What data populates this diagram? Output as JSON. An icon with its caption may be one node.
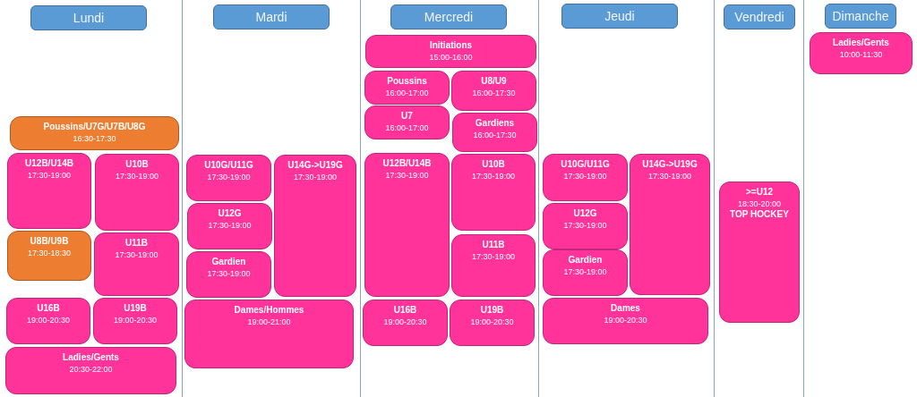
{
  "diagram": {
    "nodes": [
      {
        "text": [
          "Lundi"
        ]
      },
      {
        "text": [
          "Mardi"
        ]
      },
      {
        "text": [
          "Mercredi"
        ]
      },
      {
        "text": [
          "Jeudi"
        ]
      },
      {
        "text": [
          "Vendredi"
        ]
      },
      {
        "text": [
          "Dimanche"
        ]
      },
      {
        "text": [
          "Poussins/U7G/U7B/U8G",
          "16:30-17:30"
        ]
      },
      {
        "text": [
          "U12B/U14B",
          "17:30-19:00"
        ]
      },
      {
        "text": [
          "U10B",
          "17:30-19:00"
        ]
      },
      {
        "text": [
          "U8B/U9B",
          "17:30-18:30"
        ]
      },
      {
        "text": [
          "U11B",
          "17:30-19:00"
        ]
      },
      {
        "text": [
          "U16B",
          "19:00-20:30"
        ]
      },
      {
        "text": [
          "U19B",
          "19:00-20:30"
        ]
      },
      {
        "text": [
          "Ladies/Gents",
          "20:30-22:00"
        ]
      },
      {
        "text": [
          "U10G/U11G",
          "17:30-19:00"
        ]
      },
      {
        "text": [
          "U12G",
          "17:30-19:00"
        ]
      },
      {
        "text": [
          "Gardien",
          "17:30-19:00"
        ]
      },
      {
        "text": [
          "U14G->U19G",
          "17:30-19:00"
        ]
      },
      {
        "text": [
          "Dames/Hommes",
          "19:00-21:00"
        ]
      },
      {
        "text": [
          "Initiations",
          "15:00-16:00"
        ]
      },
      {
        "text": [
          "Poussins",
          "16:00-17:00"
        ]
      },
      {
        "text": [
          "U8/U9",
          "16:00-17:30"
        ]
      },
      {
        "text": [
          "U7",
          "16:00-17:00"
        ]
      },
      {
        "text": [
          "Gardiens",
          "16:00-17:30"
        ]
      },
      {
        "text": [
          "U12B/U14B",
          "17:30-19:00"
        ]
      },
      {
        "text": [
          "U10B",
          "17:30-19:00"
        ]
      },
      {
        "text": [
          "U11B",
          "17:30-19:00"
        ]
      },
      {
        "text": [
          "U16B",
          "19:00-20:30"
        ]
      },
      {
        "text": [
          "U19B",
          "19:00-20:30"
        ]
      },
      {
        "text": [
          "U10G/U11G",
          "17:30-19:00"
        ]
      },
      {
        "text": [
          "U12G",
          "17:30-19:00"
        ]
      },
      {
        "text": [
          "Gardien",
          "17:30-19:00"
        ]
      },
      {
        "text": [
          "U14G->U19G",
          "17:30-19:00"
        ]
      },
      {
        "text": [
          "Dames",
          "19:00-20:30"
        ]
      },
      {
        "text": [
          ">=U12",
          "18:30-20:00",
          "TOP HOCKEY"
        ]
      },
      {
        "text": [
          "Ladies/Gents",
          "10:00-11:30"
        ]
      }
    ],
    "edges": []
  }
}
